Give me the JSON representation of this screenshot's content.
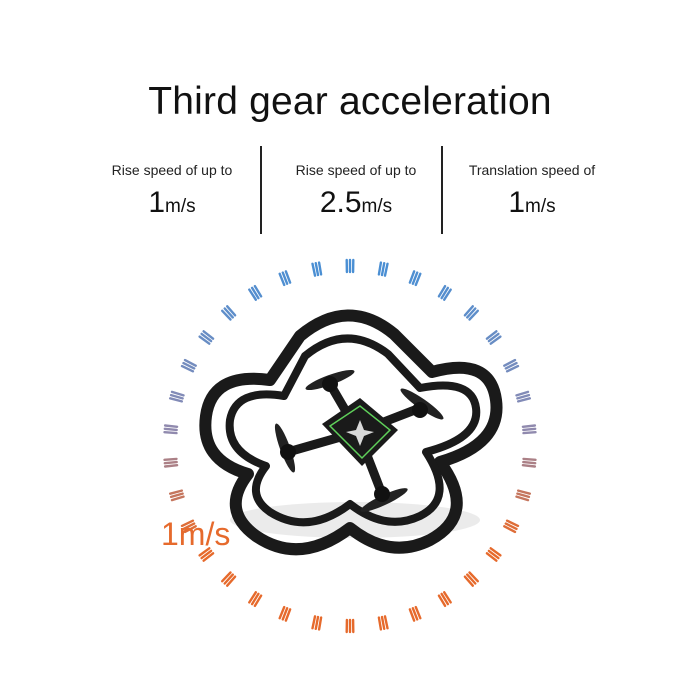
{
  "title": "Third gear acceleration",
  "stats": [
    {
      "label": "Rise speed of up to",
      "value": "1",
      "unit": "m/s"
    },
    {
      "label": "Rise speed of up to",
      "value": "2.5",
      "unit": "m/s"
    },
    {
      "label": "Translation speed of",
      "value": "1",
      "unit": "m/s"
    }
  ],
  "speed_label": "1m/s",
  "colors": {
    "ring_blue": "#4a8fd4",
    "ring_grey": "#8f8ab0",
    "ring_orange": "#e66a2c",
    "drone_body": "#1a1a1a",
    "drone_accent": "#5fd05a"
  },
  "icons": {
    "drone": "drone-illustration"
  }
}
